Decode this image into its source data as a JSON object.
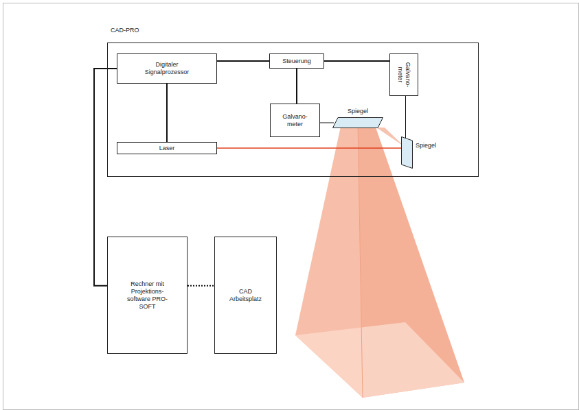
{
  "diagram": {
    "nodes": [
      {
        "text": [
          "CAD-PRO"
        ]
      },
      {
        "text": [
          "Digitaler Signalprozessor"
        ],
        "in": 0
      },
      {
        "text": [
          "Steuerung"
        ],
        "in": 0
      },
      {
        "text": [
          "Galvano- meter"
        ],
        "in": 0
      },
      {
        "text": [
          "Galvano- meter"
        ],
        "in": 0
      },
      {
        "text": [
          "Laser"
        ],
        "in": 0
      },
      {
        "text": [
          "Spiegel"
        ],
        "in": 0
      },
      {
        "text": [
          "Spiegel"
        ],
        "in": 0
      },
      {
        "text": [
          "Rechner mit Projektions- software PRO-SOFT"
        ]
      },
      {
        "text": [
          "CAD Arbeitsplatz"
        ]
      }
    ],
    "edges": [
      {
        "from": 1,
        "to": 2,
        "arrow": "none"
      },
      {
        "from": 2,
        "to": 3,
        "arrow": "none"
      },
      {
        "from": 2,
        "to": 4,
        "arrow": "none"
      },
      {
        "from": 1,
        "to": 5,
        "arrow": "none"
      },
      {
        "from": 4,
        "to": 6,
        "arrow": "none"
      },
      {
        "from": 3,
        "to": 7,
        "arrow": "none"
      },
      {
        "from": 5,
        "to": 7,
        "arrow": "none"
      },
      {
        "from": 1,
        "to": 8,
        "arrow": "none"
      },
      {
        "from": 8,
        "to": 9,
        "arrow": "none"
      }
    ]
  }
}
